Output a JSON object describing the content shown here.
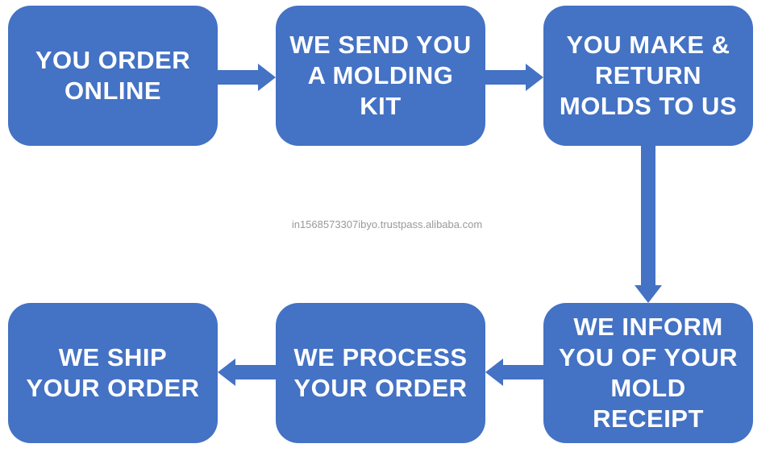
{
  "colors": {
    "box_fill": "#4472C4",
    "box_text": "#FFFFFF",
    "arrow": "#4472C4",
    "watermark_text": "#999999"
  },
  "steps": [
    {
      "label": "YOU ORDER\nONLINE"
    },
    {
      "label": "WE SEND YOU\nA MOLDING\nKIT"
    },
    {
      "label": "YOU MAKE &\nRETURN\nMOLDS TO US"
    },
    {
      "label": "WE INFORM\nYOU OF YOUR\nMOLD\nRECEIPT"
    },
    {
      "label": "WE PROCESS\nYOUR ORDER"
    },
    {
      "label": "WE SHIP\nYOUR ORDER"
    }
  ],
  "arrows": [
    {
      "from": 0,
      "to": 1,
      "direction": "right"
    },
    {
      "from": 1,
      "to": 2,
      "direction": "right"
    },
    {
      "from": 2,
      "to": 3,
      "direction": "down"
    },
    {
      "from": 3,
      "to": 4,
      "direction": "left"
    },
    {
      "from": 4,
      "to": 5,
      "direction": "left"
    }
  ],
  "watermark": "in1568573307ibyo.trustpass.alibaba.com"
}
